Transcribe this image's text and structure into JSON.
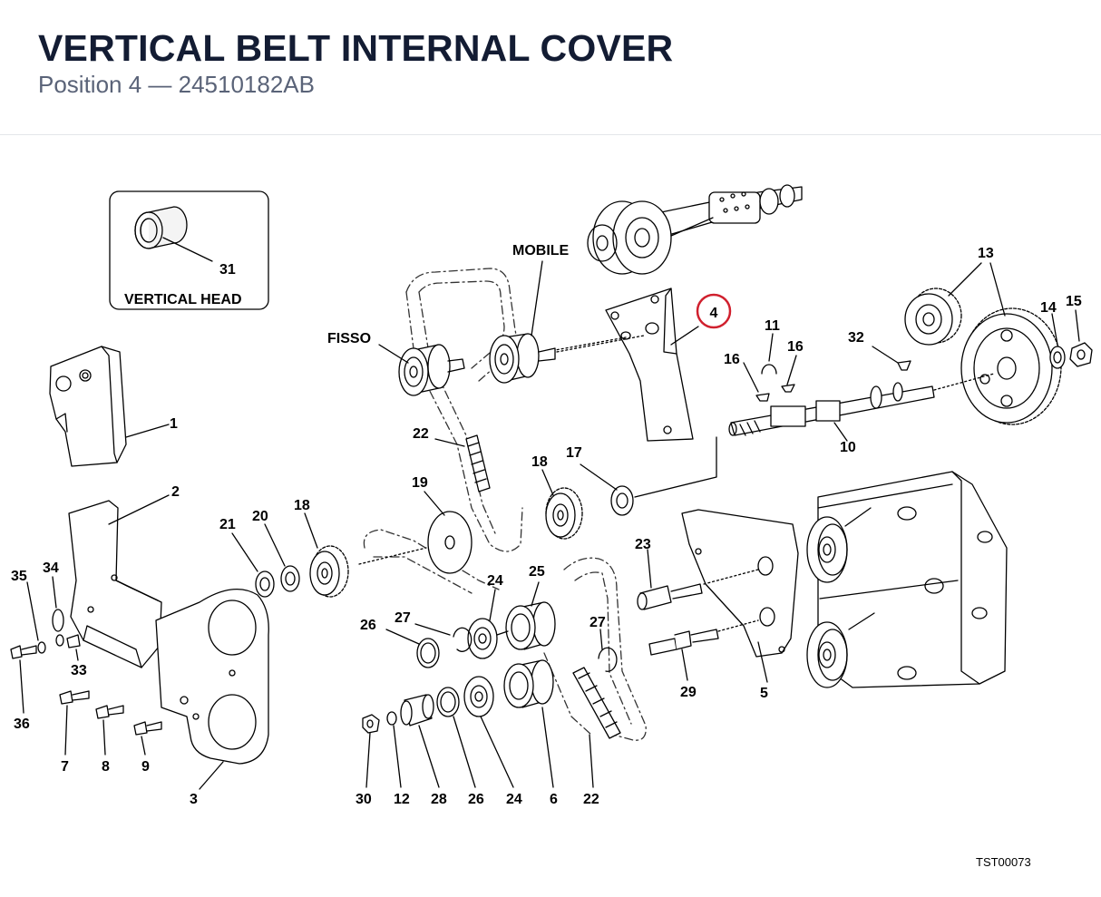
{
  "header": {
    "title": "VERTICAL BELT INTERNAL COVER",
    "subtitle": "Position 4 — 24510182AB"
  },
  "diagram": {
    "highlight_color": "#d0202e",
    "highlighted_position": "4",
    "inset_caption": "VERTICAL HEAD",
    "callouts": {
      "mobile": "MOBILE",
      "fisso": "FISSO"
    },
    "labels": {
      "p1": "1",
      "p2": "2",
      "p3": "3",
      "p4": "4",
      "p5": "5",
      "p6": "6",
      "p7": "7",
      "p8": "8",
      "p9": "9",
      "p10": "10",
      "p11": "11",
      "p12": "12",
      "p13": "13",
      "p14": "14",
      "p15": "15",
      "p16a": "16",
      "p16b": "16",
      "p17": "17",
      "p18a": "18",
      "p18b": "18",
      "p19": "19",
      "p20": "20",
      "p21": "21",
      "p22a": "22",
      "p22b": "22",
      "p23": "23",
      "p24a": "24",
      "p24b": "24",
      "p25": "25",
      "p26a": "26",
      "p26b": "26",
      "p27a": "27",
      "p27b": "27",
      "p28": "28",
      "p29": "29",
      "p30": "30",
      "p31": "31",
      "p32": "32",
      "p33": "33",
      "p34": "34",
      "p35": "35",
      "p36": "36"
    },
    "drawing_code": "TST00073"
  }
}
